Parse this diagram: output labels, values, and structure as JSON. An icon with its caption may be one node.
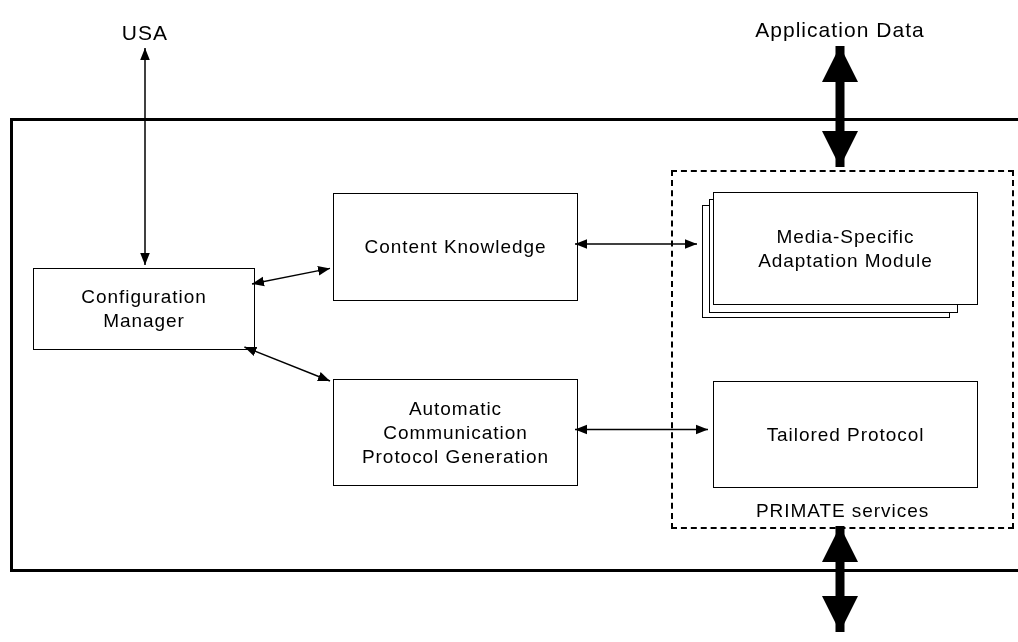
{
  "diagram": {
    "nodes": [
      {
        "text": [
          "USA"
        ]
      },
      {
        "text": [
          "Application Data"
        ]
      },
      {
        "text": [],
        "shape": "box"
      },
      {
        "text": [
          "Configuration Manager"
        ],
        "in": 2
      },
      {
        "text": [
          "Content Knowledge"
        ],
        "in": 2
      },
      {
        "text": [
          "Automatic Communication Protocol Generation"
        ],
        "in": 2
      },
      {
        "text": [
          "PRIMATE services"
        ],
        "in": 2
      },
      {
        "text": [
          "Media-Specific Adaptation Module"
        ],
        "in": 6
      },
      {
        "text": [
          "Tailored Protocol"
        ],
        "in": 6
      }
    ],
    "edges": [
      {
        "from": 0,
        "to": 3,
        "arrow": "both"
      },
      {
        "from": 1,
        "to": 6,
        "arrow": "both",
        "style": "thick"
      },
      {
        "from": 3,
        "to": 4,
        "arrow": "both"
      },
      {
        "from": 3,
        "to": 5,
        "arrow": "both"
      },
      {
        "from": 4,
        "to": 7,
        "arrow": "both"
      },
      {
        "from": 5,
        "to": 8,
        "arrow": "both"
      },
      {
        "from": 6,
        "to": null,
        "arrow": "both",
        "style": "thick"
      }
    ]
  }
}
